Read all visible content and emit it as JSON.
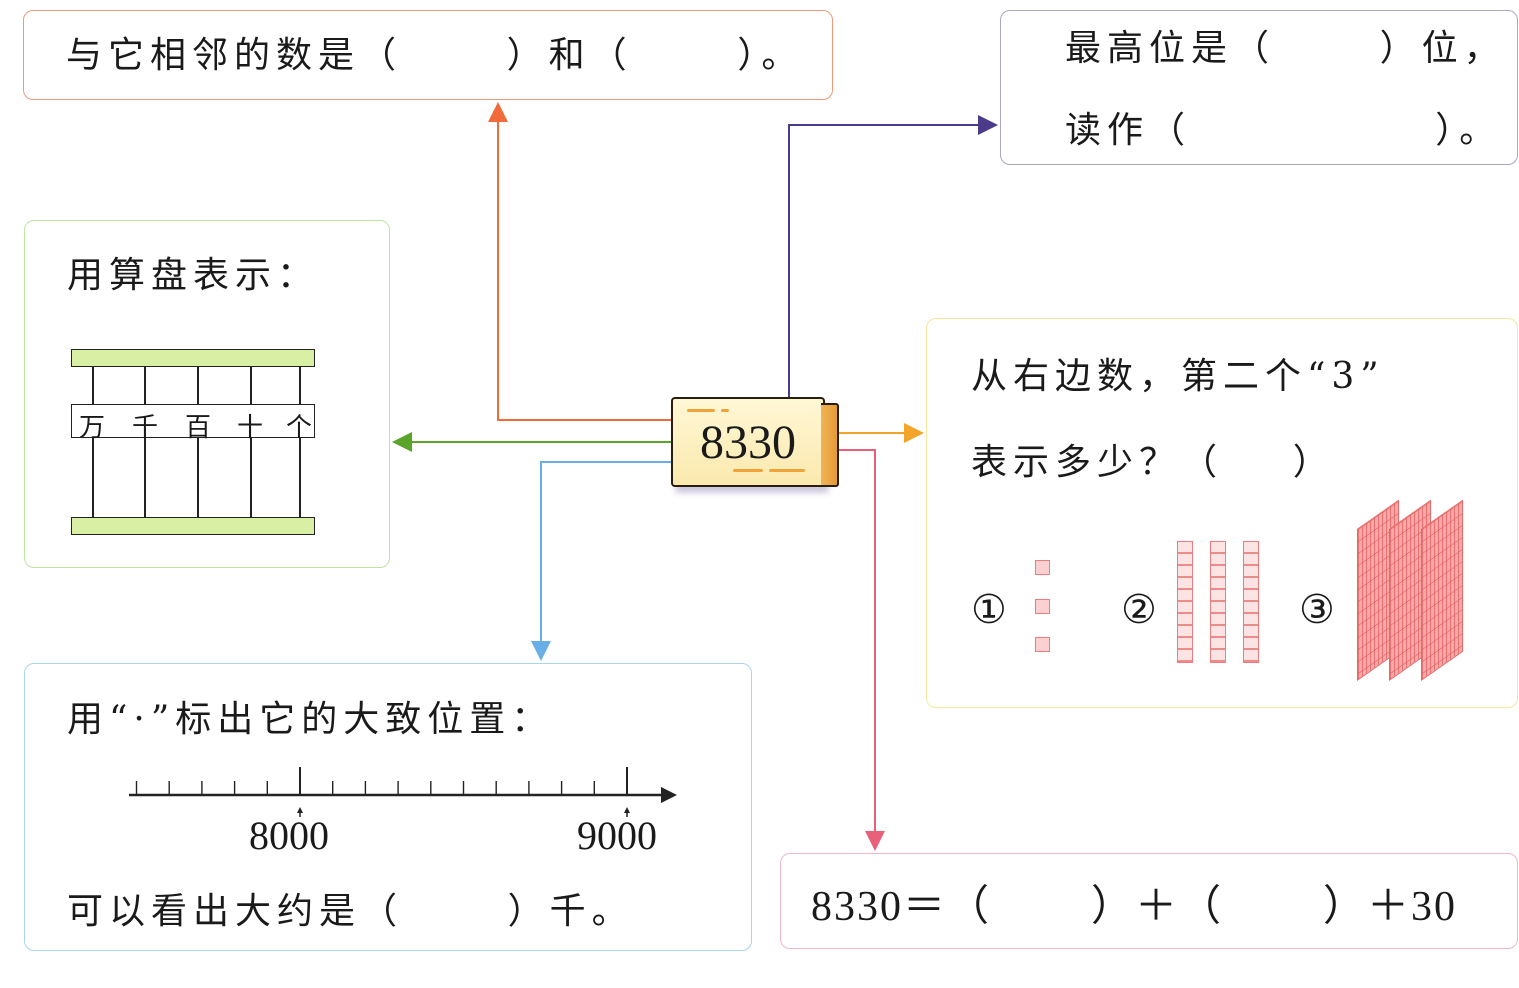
{
  "center_number": "8330",
  "boxes": {
    "neighbors": {
      "text": "与它相邻的数是（      ）和（      ）。"
    },
    "highest_place": {
      "line1": "最高位是（      ）位，",
      "line2": "读作（              ）。"
    },
    "abacus": {
      "title": "用算盘表示：",
      "places": [
        "万",
        "千",
        "百",
        "十",
        "个"
      ]
    },
    "digit_value": {
      "line1": "从右边数，第二个“3”",
      "line2": "表示多少？（    ）",
      "options": [
        {
          "label": "①",
          "depicts": "3 unit cubes"
        },
        {
          "label": "②",
          "depicts": "3 rods of ten"
        },
        {
          "label": "③",
          "depicts": "3 flats of hundred"
        }
      ]
    },
    "number_line": {
      "title": "用“·”标出它的大致位置：",
      "tick_labels": [
        "8000",
        "9000"
      ],
      "range_note": "ticks every 100",
      "answer_line": "可以看出大约是（      ）千。"
    },
    "expanded_form": {
      "text": "8330＝（        ）＋（        ）＋30"
    }
  },
  "colors": {
    "neighbors_arrow": "#f06a3a",
    "highest_arrow": "#4b3b8a",
    "abacus_arrow": "#5aa52a",
    "digit_arrow": "#f3a52a",
    "numberline_arrow": "#6aaee6",
    "expanded_arrow": "#e8607a",
    "abacus_bar": "#d9f0a4",
    "block_fill": "#f7a9a9"
  }
}
